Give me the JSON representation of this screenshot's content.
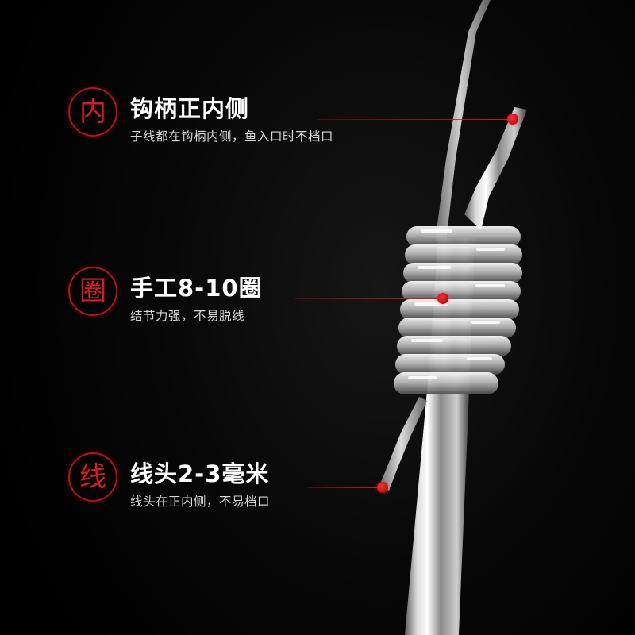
{
  "features": [
    {
      "badge": "内",
      "title": "钩柄正内侧",
      "description": "子线都在钩柄内侧，鱼入口时不档口"
    },
    {
      "badge": "圈",
      "title": "手工8-10圈",
      "description": "结节力强，不易脱线"
    },
    {
      "badge": "线",
      "title": "线头2-3毫米",
      "description": "线头在正内侧，不易档口"
    }
  ],
  "colors": {
    "background": "#000000",
    "accent_red": "#c51b21",
    "title_text": "#ffffff",
    "description_text": "#d6d6d6"
  }
}
